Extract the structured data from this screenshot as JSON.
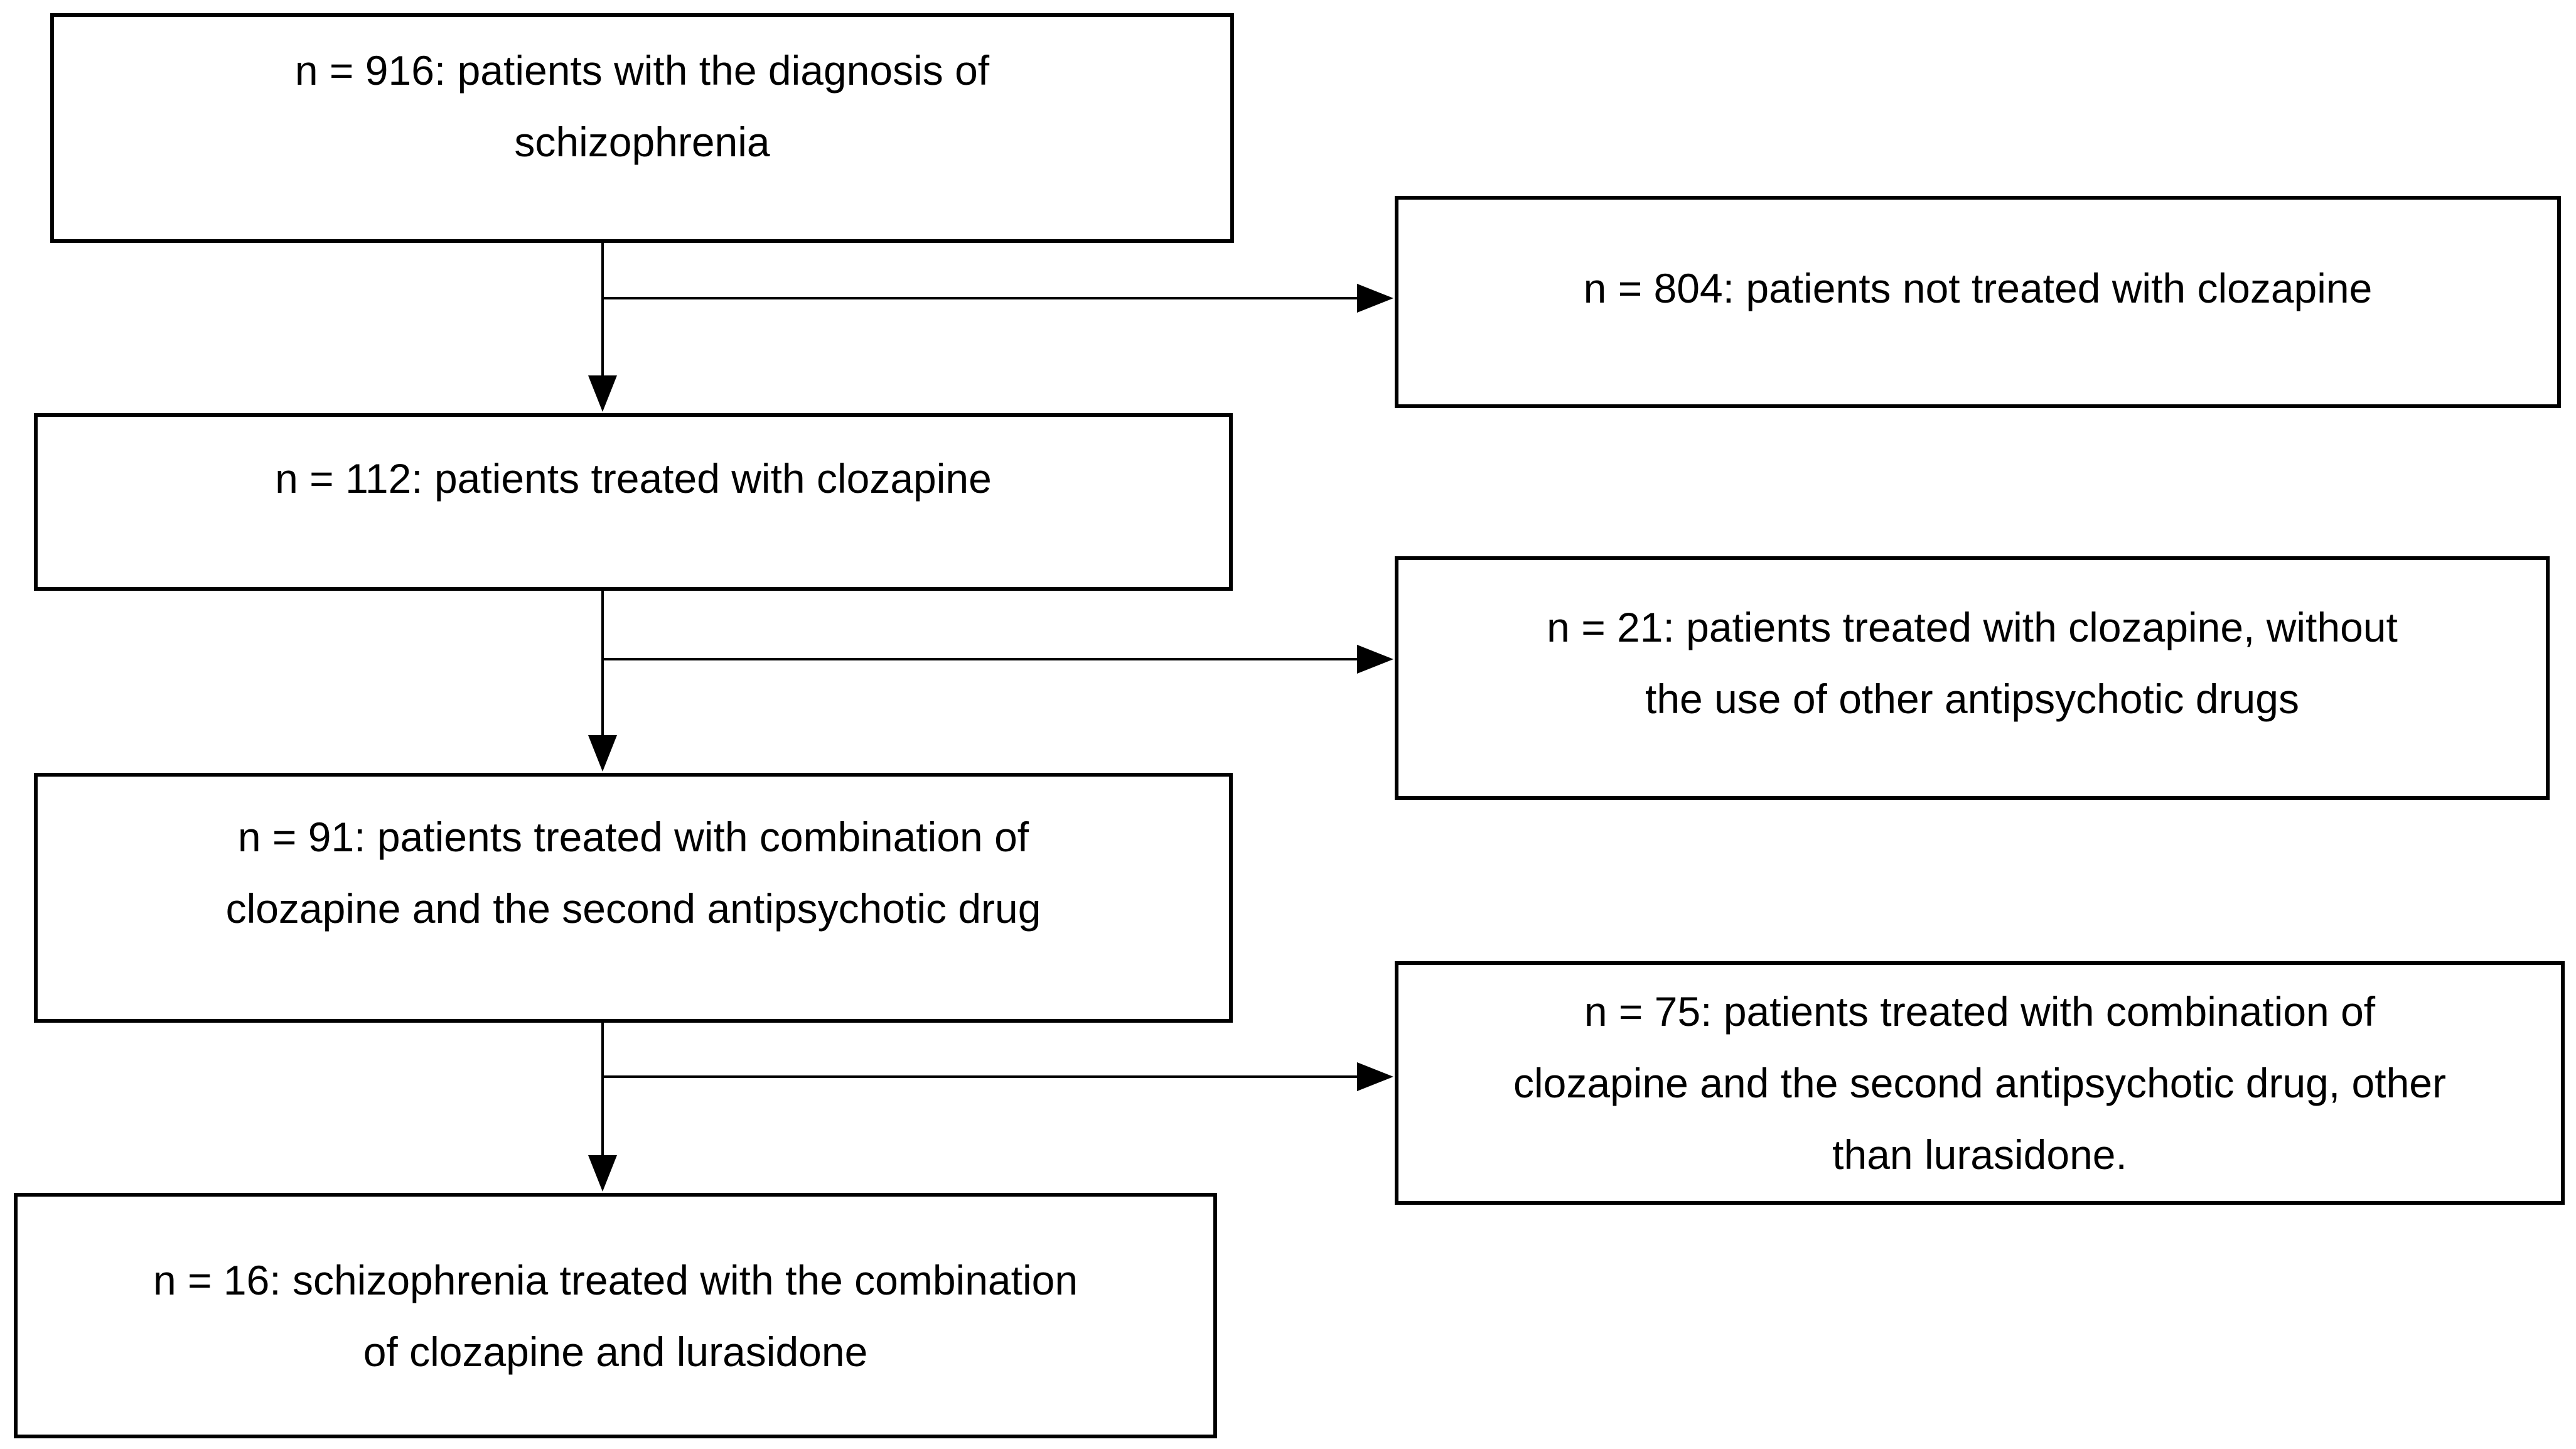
{
  "flow": {
    "colors": {
      "background": "#ffffff",
      "box_border": "#000000",
      "text": "#000000",
      "arrow": "#000000"
    },
    "main_path": [
      {
        "id": "diagnosis",
        "n": 916,
        "label": "n = 916: patients with the diagnosis of\nschizophrenia"
      },
      {
        "id": "clozapine",
        "n": 112,
        "label": "n = 112: patients treated with clozapine"
      },
      {
        "id": "combination",
        "n": 91,
        "label": "n = 91: patients treated with combination of\nclozapine and the second antipsychotic drug"
      },
      {
        "id": "clozapine-lurasidone",
        "n": 16,
        "label": "n = 16: schizophrenia treated with the combination\nof clozapine and lurasidone"
      }
    ],
    "excluded": [
      {
        "id": "not-treated-with-clozapine",
        "n": 804,
        "label": "n = 804: patients not treated with clozapine"
      },
      {
        "id": "clozapine-monotherapy",
        "n": 21,
        "label": "n = 21: patients treated with clozapine, without\nthe use of other antipsychotic drugs"
      },
      {
        "id": "other-second-antipsychotic",
        "n": 75,
        "label": "n = 75: patients treated with combination of\nclozapine and the second antipsychotic drug, other\nthan lurasidone."
      }
    ]
  }
}
